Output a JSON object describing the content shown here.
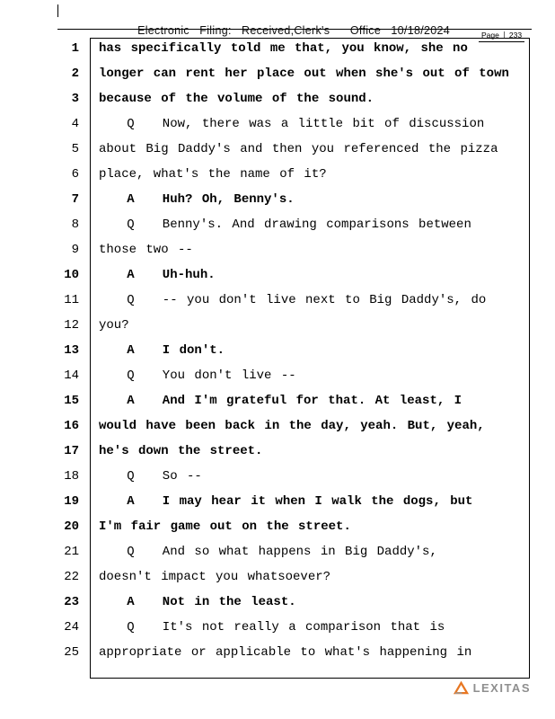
{
  "header": {
    "filing_text": "Electronic   Filing:   Received,Clerk's      Office   10/18/2024",
    "page_label": "Page",
    "page_number": "233"
  },
  "transcript": {
    "lines": [
      {
        "num": "1",
        "text": "has specifically told me that, you know, she no",
        "bold": true
      },
      {
        "num": "2",
        "text": "longer can rent her place out when she's out of town",
        "bold": true
      },
      {
        "num": "3",
        "text": "because of the volume of the sound.",
        "bold": true
      },
      {
        "num": "4",
        "text": "   Q   Now, there was a little bit of discussion",
        "bold": false
      },
      {
        "num": "5",
        "text": "about Big Daddy's and then you referenced the pizza",
        "bold": false
      },
      {
        "num": "6",
        "text": "place, what's the name of it?",
        "bold": false
      },
      {
        "num": "7",
        "text": "   A   Huh? Oh, Benny's.",
        "bold": true
      },
      {
        "num": "8",
        "text": "   Q   Benny's. And drawing comparisons between",
        "bold": false
      },
      {
        "num": "9",
        "text": "those two --",
        "bold": false
      },
      {
        "num": "10",
        "text": "   A   Uh-huh.",
        "bold": true
      },
      {
        "num": "11",
        "text": "   Q   -- you don't live next to Big Daddy's, do",
        "bold": false
      },
      {
        "num": "12",
        "text": "you?",
        "bold": false
      },
      {
        "num": "13",
        "text": "   A   I don't.",
        "bold": true
      },
      {
        "num": "14",
        "text": "   Q   You don't live --",
        "bold": false
      },
      {
        "num": "15",
        "text": "   A   And I'm grateful for that. At least, I",
        "bold": true
      },
      {
        "num": "16",
        "text": "would have been back in the day, yeah. But, yeah,",
        "bold": true
      },
      {
        "num": "17",
        "text": "he's down the street.",
        "bold": true
      },
      {
        "num": "18",
        "text": "   Q   So --",
        "bold": false
      },
      {
        "num": "19",
        "text": "   A   I may hear it when I walk the dogs, but",
        "bold": true
      },
      {
        "num": "20",
        "text": "I'm fair game out on the street.",
        "bold": true
      },
      {
        "num": "21",
        "text": "   Q   And so what happens in Big Daddy's,",
        "bold": false
      },
      {
        "num": "22",
        "text": "doesn't impact you whatsoever?",
        "bold": false
      },
      {
        "num": "23",
        "text": "   A   Not in the least.",
        "bold": true
      },
      {
        "num": "24",
        "text": "   Q   It's not really a comparison that is",
        "bold": false
      },
      {
        "num": "25",
        "text": "appropriate or applicable to what's happening in",
        "bold": false
      }
    ]
  },
  "footer": {
    "brand": "LEXITAS",
    "logo_icon": "orange-triangle",
    "accent_color": "#e87722",
    "brand_color": "#8f8f8f"
  }
}
